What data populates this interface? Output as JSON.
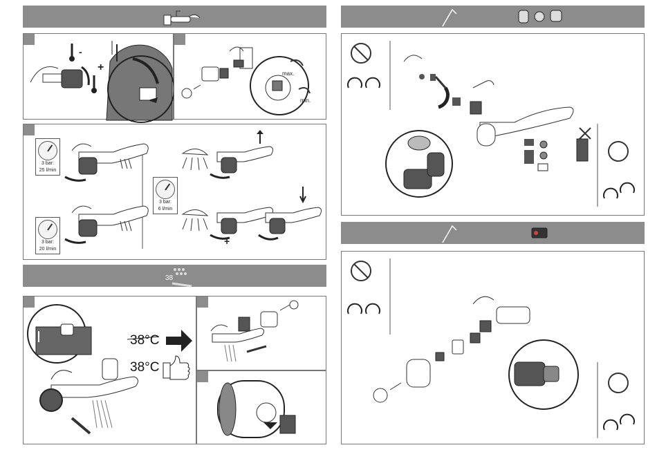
{
  "left_page": {
    "section_operation": {
      "gauges": [
        {
          "pressure": "3 bar:",
          "flow": "25 l/min"
        },
        {
          "pressure": "3 bar:",
          "flow": "20 l/min"
        },
        {
          "pressure": "3 bar:",
          "flow": "6 l/min"
        }
      ],
      "temp_minus": "-",
      "temp_plus": "+",
      "plus_mark": "+",
      "diverter_max": "max.",
      "diverter_min": "min."
    },
    "section_calibration": {
      "band_number": "38",
      "temp_wrong": "38°C",
      "temp_right": "38°C"
    }
  },
  "colors": {
    "band_gray": "#8c8c8c",
    "handle_dark": "#555555"
  }
}
